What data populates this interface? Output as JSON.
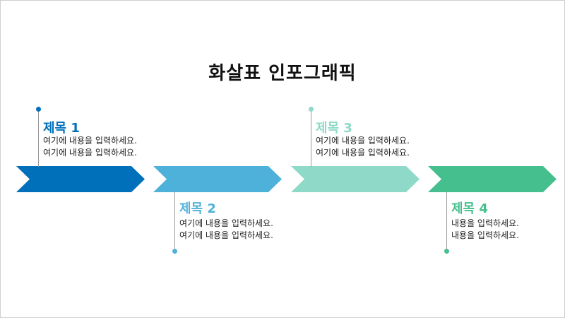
{
  "title": "화살표 인포그래픽",
  "colors": {
    "step1": "#0070BA",
    "step2": "#4EB1D9",
    "step3": "#8ED9C7",
    "step4": "#45BF8D",
    "stem": "#9A9A9A"
  },
  "steps": [
    {
      "title": "제목 1",
      "lines": [
        "여기에 내용을 입력하세요.",
        "여기에 내용을 입력하세요."
      ]
    },
    {
      "title": "제목 2",
      "lines": [
        "여기에 내용을 입력하세요.",
        "여기에 내용을 입력하세요."
      ]
    },
    {
      "title": "제목 3",
      "lines": [
        "여기에 내용을 입력하세요.",
        "여기에 내용을 입력하세요."
      ]
    },
    {
      "title": "제목 4",
      "lines": [
        "내용을 입력하세요.",
        "내용을 입력하세요."
      ]
    }
  ]
}
